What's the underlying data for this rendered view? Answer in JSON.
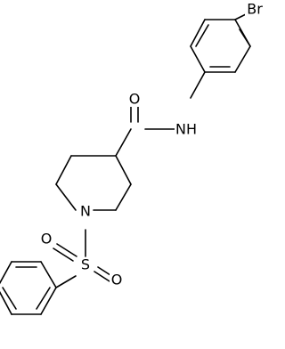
{
  "molecule": {
    "atoms": {
      "bromine": "Br",
      "amide_oxygen": "O",
      "amide_nitrogen": "NH",
      "piperidine_nitrogen": "N",
      "sulfur": "S",
      "sulfonyl_oxygen_left": "O",
      "sulfonyl_oxygen_right": "O"
    }
  }
}
